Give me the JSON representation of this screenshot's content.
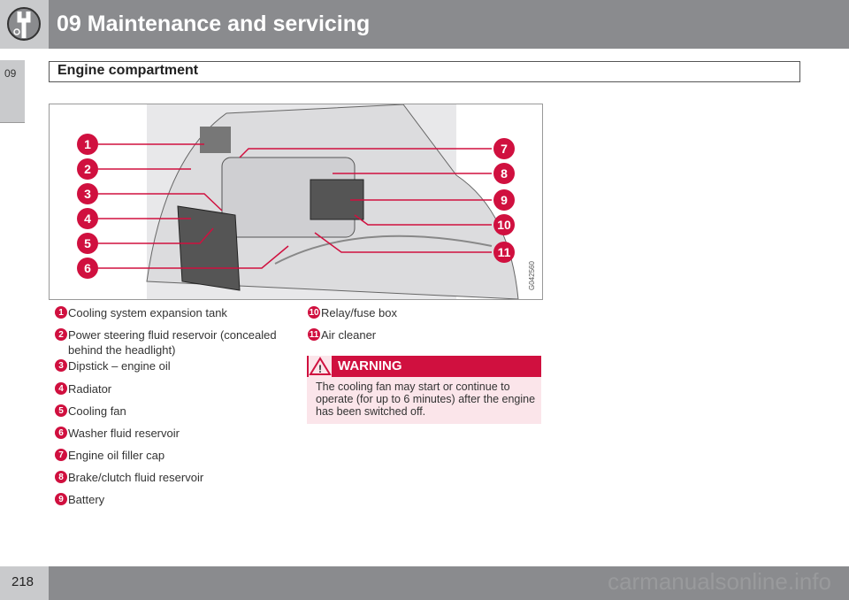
{
  "header": {
    "title": "09 Maintenance and servicing",
    "icon": "wrench-icon"
  },
  "side_tab": "09",
  "section_title": "Engine compartment",
  "figure": {
    "code": "G042560",
    "callouts_left": [
      "1",
      "2",
      "3",
      "4",
      "5",
      "6"
    ],
    "callouts_right": [
      "7",
      "8",
      "9",
      "10",
      "11"
    ]
  },
  "legend_left": [
    {
      "n": "1",
      "text": "Cooling system expansion tank"
    },
    {
      "n": "2",
      "text": "Power steering fluid reservoir (concealed behind the headlight)"
    },
    {
      "n": "3",
      "text": "Dipstick – engine oil"
    },
    {
      "n": "4",
      "text": "Radiator"
    },
    {
      "n": "5",
      "text": "Cooling fan"
    },
    {
      "n": "6",
      "text": "Washer fluid reservoir"
    },
    {
      "n": "7",
      "text": "Engine oil filler cap"
    },
    {
      "n": "8",
      "text": "Brake/clutch fluid reservoir"
    },
    {
      "n": "9",
      "text": "Battery"
    }
  ],
  "legend_right": [
    {
      "n": "10",
      "text": "Relay/fuse box"
    },
    {
      "n": "11",
      "text": "Air cleaner"
    }
  ],
  "warning": {
    "title": "WARNING",
    "text": "The cooling fan may start or continue to operate (for up to 6 minutes) after the engine has been switched off."
  },
  "footer": {
    "page": "218",
    "watermark": "carmanualsonline.info"
  },
  "colors": {
    "accent": "#d0103f",
    "band": "#8a8b8e",
    "warn_bg": "#fbe5ea"
  }
}
